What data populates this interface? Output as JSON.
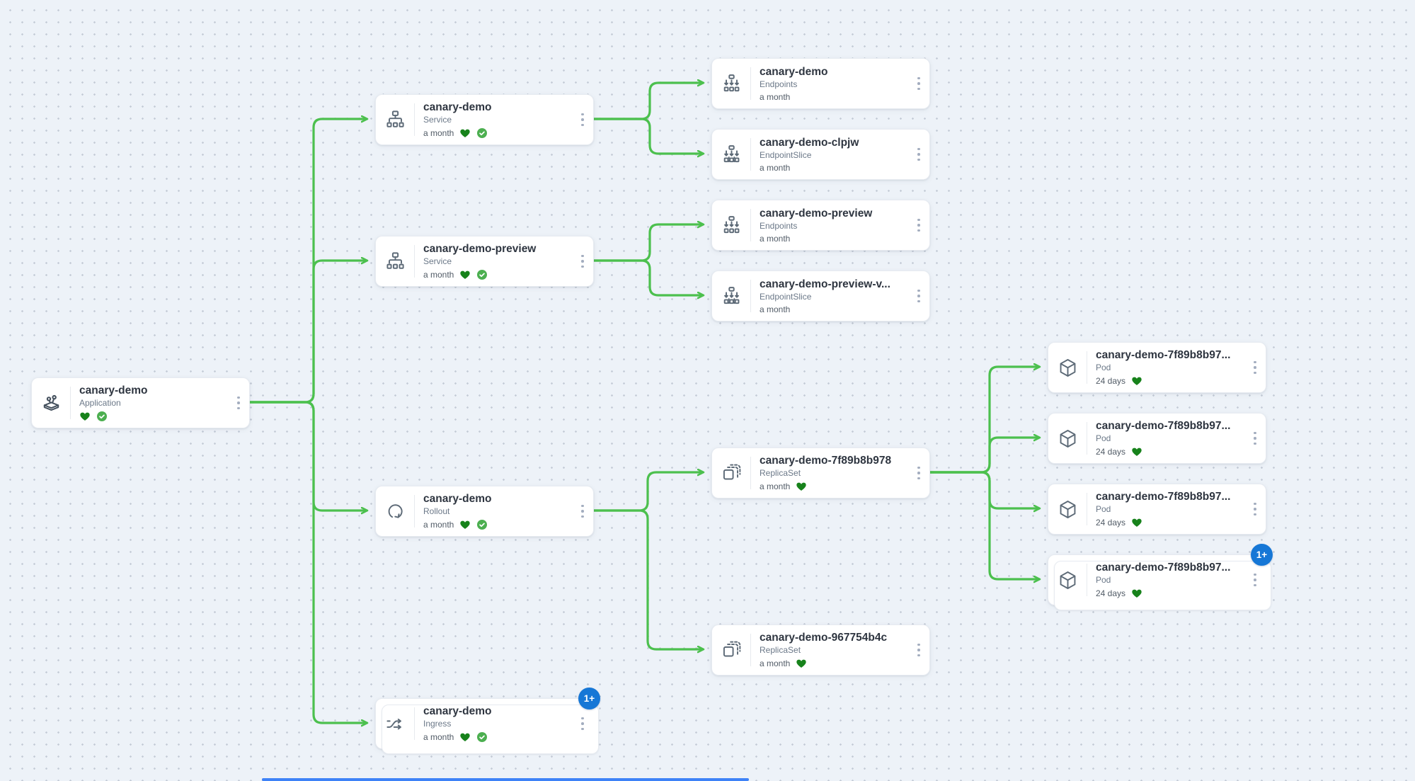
{
  "diagram": {
    "badge_label": "1+",
    "colors": {
      "edge_green": "#4CC04E",
      "health_heart_green": "#17821B",
      "sync_check_green": "#4CAF50",
      "overflow_badge_blue": "#1677D6",
      "canvas_background": "#EDF2F8"
    },
    "nodes": [
      {
        "name": "canary-demo",
        "kind": "Application",
        "age": ""
      },
      {
        "name": "canary-demo",
        "kind": "Service",
        "age": "a month"
      },
      {
        "name": "canary-demo-preview",
        "kind": "Service",
        "age": "a month"
      },
      {
        "name": "canary-demo",
        "kind": "Rollout",
        "age": "a month"
      },
      {
        "name": "canary-demo",
        "kind": "Ingress",
        "age": "a month"
      },
      {
        "name": "canary-demo",
        "kind": "Endpoints",
        "age": "a month"
      },
      {
        "name": "canary-demo-clpjw",
        "kind": "EndpointSlice",
        "age": "a month"
      },
      {
        "name": "canary-demo-preview",
        "kind": "Endpoints",
        "age": "a month"
      },
      {
        "name": "canary-demo-preview-v...",
        "kind": "EndpointSlice",
        "age": "a month"
      },
      {
        "name": "canary-demo-7f89b8b978",
        "kind": "ReplicaSet",
        "age": "a month"
      },
      {
        "name": "canary-demo-967754b4c",
        "kind": "ReplicaSet",
        "age": "a month"
      },
      {
        "name": "canary-demo-7f89b8b97...",
        "kind": "Pod",
        "age": "24 days"
      },
      {
        "name": "canary-demo-7f89b8b97...",
        "kind": "Pod",
        "age": "24 days"
      },
      {
        "name": "canary-demo-7f89b8b97...",
        "kind": "Pod",
        "age": "24 days"
      },
      {
        "name": "canary-demo-7f89b8b97...",
        "kind": "Pod",
        "age": "24 days"
      }
    ]
  }
}
